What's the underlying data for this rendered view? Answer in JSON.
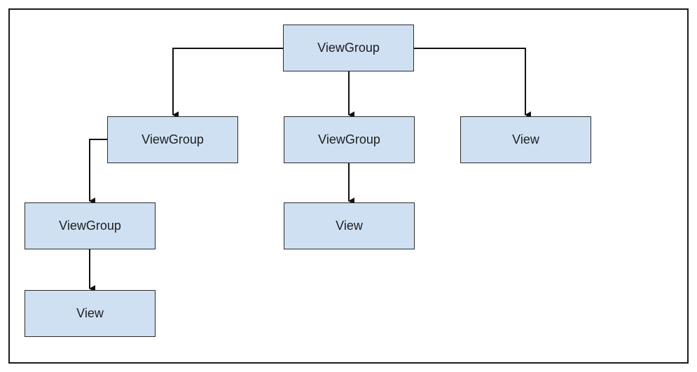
{
  "nodes": {
    "root": "ViewGroup",
    "level1_left": "ViewGroup",
    "level1_middle": "ViewGroup",
    "level1_right": "View",
    "level2_left": "ViewGroup",
    "level2_middle": "View",
    "level3_left": "View"
  },
  "colors": {
    "node_fill": "#cfe0f3",
    "node_border": "#2b2b2b",
    "edge": "#111111",
    "frame_border": "#1a1a1a"
  }
}
